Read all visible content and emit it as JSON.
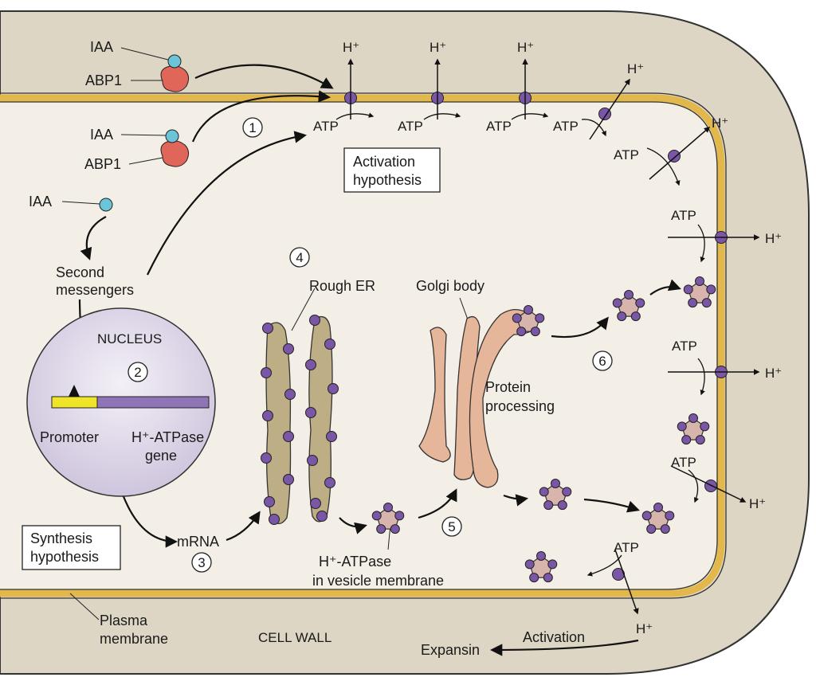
{
  "labels": {
    "iaa": "IAA",
    "abp1": "ABP1",
    "h_plus": "H⁺",
    "atp": "ATP",
    "activation_hypothesis_1": "Activation",
    "activation_hypothesis_2": "hypothesis",
    "second_messengers_1": "Second",
    "second_messengers_2": "messengers",
    "nucleus": "NUCLEUS",
    "promoter": "Promoter",
    "gene_1": "H⁺-ATPase",
    "gene_2": "gene",
    "synthesis_hypothesis_1": "Synthesis",
    "synthesis_hypothesis_2": "hypothesis",
    "mrna": "mRNA",
    "rough_er": "Rough ER",
    "golgi_body": "Golgi body",
    "protein_processing_1": "Protein",
    "protein_processing_2": "processing",
    "vesicle_1": "H⁺-ATPase",
    "vesicle_2": "in vesicle membrane",
    "plasma_membrane_1": "Plasma",
    "plasma_membrane_2": "membrane",
    "cell_wall": "CELL WALL",
    "activation": "Activation",
    "expansin": "Expansin"
  },
  "steps": [
    "1",
    "2",
    "3",
    "4",
    "5",
    "6"
  ],
  "colors": {
    "cell_wall": "#ddd6c4",
    "cytoplasm": "#f3efe6",
    "membrane": "#e2b84c",
    "pump": "#7a57a6",
    "iaa": "#6cc4d9",
    "abp1": "#e0665a",
    "nucleus": "#ddd6e8",
    "promoter": "#f0e428",
    "gene": "#8f74b6",
    "golgi": "#e6b69a",
    "vesicle": "#d7b5ac"
  }
}
